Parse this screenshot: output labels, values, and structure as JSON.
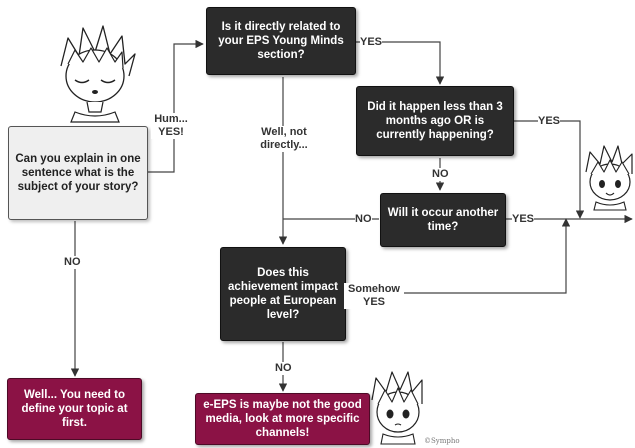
{
  "questions": {
    "subject": "Can you explain in one sentence what is the subject of your story?",
    "related": "Is it directly related to your EPS Young Minds section?",
    "recent": "Did it happen less than 3 months ago OR is currently happening?",
    "again": "Will it occur another time?",
    "impact": "Does this achievement impact people at European level?"
  },
  "outcomes": {
    "define_topic": "Well... You need to define your topic at first.",
    "not_good_media": "e-EPS is maybe not the good media, look at more specific channels!"
  },
  "labels": {
    "hum_yes": "Hum... YES!",
    "no_subject": "NO",
    "well_not": "Well, not directly...",
    "yes_related": "YES",
    "yes_recent": "YES",
    "no_recent": "NO",
    "no_again": "NO",
    "yes_again": "YES",
    "somehow_yes": "Somehow YES",
    "no_impact": "NO"
  },
  "credit": "©Sympho",
  "colors": {
    "dark_box": "#2b2b2b",
    "light_box": "#efefef",
    "outcome_box": "#8b1245",
    "arrow": "#333333"
  },
  "icons": [
    "anime-face-sleepy-icon",
    "anime-face-happy-icon",
    "anime-face-worried-icon"
  ]
}
